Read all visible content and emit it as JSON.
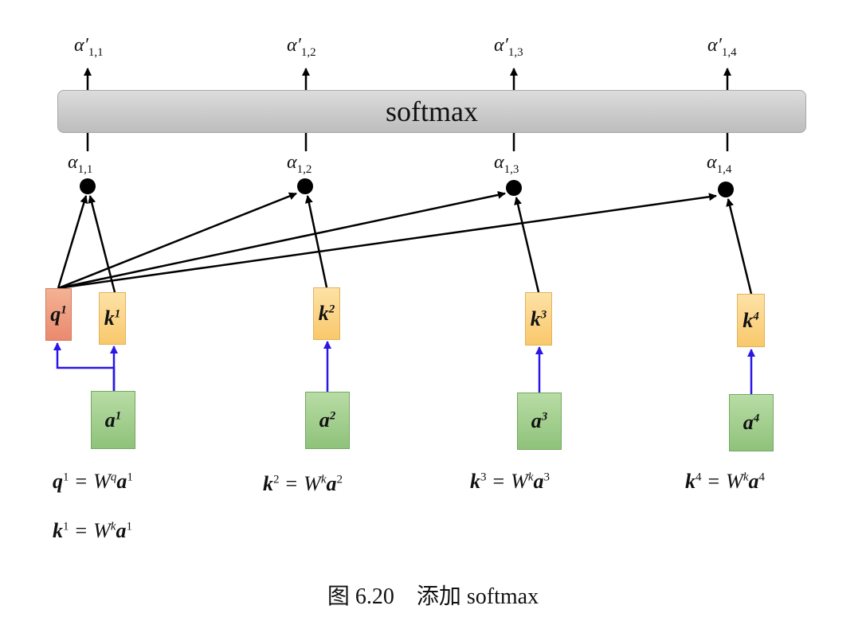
{
  "softmax_label": "softmax",
  "outputs": [
    {
      "sym": "α",
      "prime": "′",
      "sub": "1,1"
    },
    {
      "sym": "α",
      "prime": "′",
      "sub": "1,2"
    },
    {
      "sym": "α",
      "prime": "′",
      "sub": "1,3"
    },
    {
      "sym": "α",
      "prime": "′",
      "sub": "1,4"
    }
  ],
  "scores": [
    {
      "sym": "α",
      "sub": "1,1"
    },
    {
      "sym": "α",
      "sub": "1,2"
    },
    {
      "sym": "α",
      "sub": "1,3"
    },
    {
      "sym": "α",
      "sub": "1,4"
    }
  ],
  "query": {
    "sym": "q",
    "sup": "1"
  },
  "keys": [
    {
      "sym": "k",
      "sup": "1"
    },
    {
      "sym": "k",
      "sup": "2"
    },
    {
      "sym": "k",
      "sup": "3"
    },
    {
      "sym": "k",
      "sup": "4"
    }
  ],
  "inputs": [
    {
      "sym": "a",
      "sup": "1"
    },
    {
      "sym": "a",
      "sup": "2"
    },
    {
      "sym": "a",
      "sup": "3"
    },
    {
      "sym": "a",
      "sup": "4"
    }
  ],
  "equations": [
    {
      "lhs": "q",
      "lhs_sup": "1",
      "op": "=",
      "w": "W",
      "w_sup": "q",
      "rhs": "a",
      "rhs_sup": "1"
    },
    {
      "lhs": "k",
      "lhs_sup": "2",
      "op": "=",
      "w": "W",
      "w_sup": "k",
      "rhs": "a",
      "rhs_sup": "2"
    },
    {
      "lhs": "k",
      "lhs_sup": "3",
      "op": "=",
      "w": "W",
      "w_sup": "k",
      "rhs": "a",
      "rhs_sup": "3"
    },
    {
      "lhs": "k",
      "lhs_sup": "4",
      "op": "=",
      "w": "W",
      "w_sup": "k",
      "rhs": "a",
      "rhs_sup": "4"
    },
    {
      "lhs": "k",
      "lhs_sup": "1",
      "op": "=",
      "w": "W",
      "w_sup": "k",
      "rhs": "a",
      "rhs_sup": "1"
    }
  ],
  "caption": "图 6.20    添加 softmax",
  "colors": {
    "query_box": "#ea8a6e",
    "key_box": "#f9c86b",
    "input_box": "#8fc27a",
    "projection_arrow": "#2a16e6",
    "score_arrow": "#000000"
  }
}
